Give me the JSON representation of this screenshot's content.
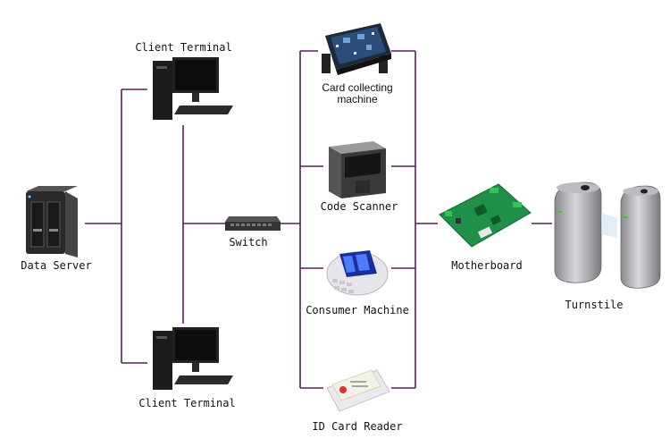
{
  "wire_color": "#5a1f5a",
  "labels": {
    "data_server": "Data Server",
    "client_top": "Client Terminal",
    "client_bottom": "Client Terminal",
    "switch": "Switch",
    "card_collecting_line1": "Card collecting",
    "card_collecting_line2": "machine",
    "code_scanner": "Code Scanner",
    "consumer_machine": "Consumer Machine",
    "id_card_reader": "ID Card Reader",
    "motherboard": "Motherboard",
    "turnstile": "Turnstile"
  },
  "icons": {
    "data_server": "nas-server-icon",
    "client_top": "desktop-computer-icon",
    "client_bottom": "desktop-computer-icon",
    "switch": "network-switch-icon",
    "card_collecting": "circuit-board-machine-icon",
    "code_scanner": "barcode-scanner-icon",
    "consumer_machine": "pos-terminal-icon",
    "id_card_reader": "card-reader-icon",
    "motherboard": "green-pcb-icon",
    "turnstile": "flap-barrier-turnstile-icon"
  }
}
